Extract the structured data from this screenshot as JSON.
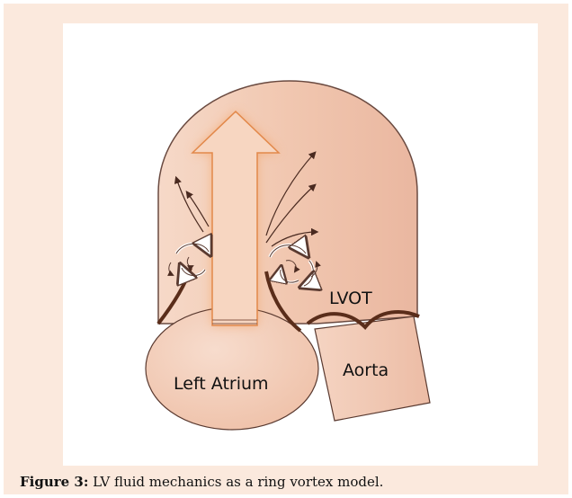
{
  "diagram": {
    "labels": {
      "lvot": "LVOT",
      "left_atrium": "Left Atrium",
      "aorta": "Aorta"
    },
    "colors": {
      "ventricle_fill": "#f0c4ad",
      "atrium_fill": "#f0c8b4",
      "arrow_fill": "#f6d4bf",
      "arrow_glow": "#f39a52",
      "outline": "#5a3a30",
      "valve": "#5a2d1a"
    }
  },
  "caption": {
    "label": "Figure 3:",
    "text": "LV fluid mechanics as a ring vortex model."
  }
}
